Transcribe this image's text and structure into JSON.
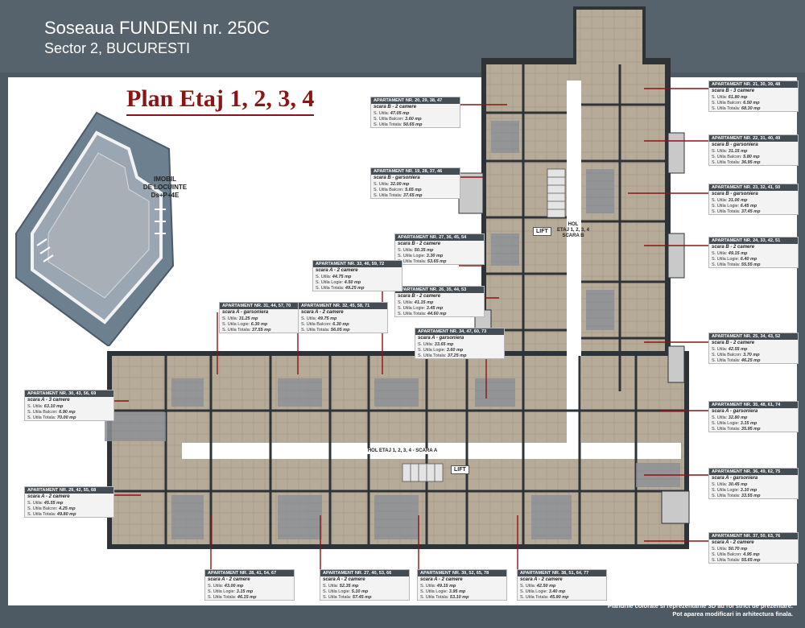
{
  "header": {
    "title": "Soseaua FUNDENI nr. 250C",
    "subtitle": "Sector 2, BUCURESTI"
  },
  "plan_title": "Plan Etaj 1, 2, 3, 4",
  "site": {
    "label_line1": "IMOBIL",
    "label_line2": "DE LOCUINTE",
    "label_line3": "Ds+P+4E"
  },
  "halls": {
    "b_line1": "HOL",
    "b_line2": "ETAJ 1, 2, 3, 4",
    "b_line3": "SCARA B",
    "a": "HOL ETAJ 1, 2, 3, 4 - SCARA A",
    "lift": "LIFT"
  },
  "apartments": [
    {
      "title": "APARTAMENT NR. 20, 29, 38, 47",
      "scara": "scara B - 2 camere",
      "l1": "S. Utila: ",
      "v1": "47.05 mp",
      "l2": "S. Utila Balcon: ",
      "v2": "3.60 mp",
      "l3": "S. Utila Totala: ",
      "v3": "50.65 mp"
    },
    {
      "title": "APARTAMENT NR. 19, 28, 37, 46",
      "scara": "scara B - garsoniera",
      "l1": "S. Utila: ",
      "v1": "32.00 mp",
      "l2": "S. Utila Balcon: ",
      "v2": "5.65 mp",
      "l3": "S. Utila Totala: ",
      "v3": "37.65 mp"
    },
    {
      "title": "APARTAMENT NR. 27, 36, 45, 54",
      "scara": "scara B - 2 camere",
      "l1": "S. Utila: ",
      "v1": "50.35 mp",
      "l2": "S. Utila Logie: ",
      "v2": "3.30 mp",
      "l3": "S. Utila Totala: ",
      "v3": "53.65 mp"
    },
    {
      "title": "APARTAMENT NR. 26, 35, 44, 53",
      "scara": "scara B - 2 camere",
      "l1": "S. Utila: ",
      "v1": "41.15 mp",
      "l2": "S. Utila Logie: ",
      "v2": "3.45 mp",
      "l3": "S. Utila Totala: ",
      "v3": "44.60 mp"
    },
    {
      "title": "APARTAMENT NR. 34, 47, 60, 73",
      "scara": "scara A - garsoniera",
      "l1": "S. Utila: ",
      "v1": "33.65 mp",
      "l2": "S. Utila Logie: ",
      "v2": "3.60 mp",
      "l3": "S. Utila Totala: ",
      "v3": "37.25 mp"
    },
    {
      "title": "APARTAMENT NR. 33, 46, 59, 72",
      "scara": "scara A - 2 camere",
      "l1": "S. Utila: ",
      "v1": "44.75 mp",
      "l2": "S. Utila Logie: ",
      "v2": "4.50 mp",
      "l3": "S. Utila Totala: ",
      "v3": "49.25 mp"
    },
    {
      "title": "APARTAMENT NR. 31, 44, 57, 70",
      "scara": "scara A - garsoniera",
      "l1": "S. Utila: ",
      "v1": "31.25 mp",
      "l2": "S. Utila Logie: ",
      "v2": "6.30 mp",
      "l3": "S. Utila Totala: ",
      "v3": "37.55 mp"
    },
    {
      "title": "APARTAMENT NR. 32, 45, 58, 71",
      "scara": "scara A - 2 camere",
      "l1": "S. Utila: ",
      "v1": "49.75 mp",
      "l2": "S. Utila Balcon: ",
      "v2": "6.30 mp",
      "l3": "S. Utila Totala: ",
      "v3": "56.05 mp"
    },
    {
      "title": "APARTAMENT NR. 30, 43, 56, 69",
      "scara": "scara A - 3 camere",
      "l1": "S. Utila: ",
      "v1": "63.10 mp",
      "l2": "S. Utila Balcon: ",
      "v2": "6.90 mp",
      "l3": "S. Utila Totala: ",
      "v3": "70.00 mp"
    },
    {
      "title": "APARTAMENT NR. 29, 42, 55, 68",
      "scara": "scara A - 2 camere",
      "l1": "S. Utila: ",
      "v1": "45.55 mp",
      "l2": "S. Utila Balcon: ",
      "v2": "4.25 mp",
      "l3": "S. Utila Totala: ",
      "v3": "49.80 mp"
    },
    {
      "title": "APARTAMENT NR. 28, 41, 54, 67",
      "scara": "scara A - 2 camere",
      "l1": "S. Utila: ",
      "v1": "43.00 mp",
      "l2": "S. Utila Logie: ",
      "v2": "3.15 mp",
      "l3": "S. Utila Totala: ",
      "v3": "46.15 mp"
    },
    {
      "title": "APARTAMENT NR. 27, 40, 53, 66",
      "scara": "scara A - 2 camere",
      "l1": "S. Utila: ",
      "v1": "52.35 mp",
      "l2": "S. Utila Logie: ",
      "v2": "5.10 mp",
      "l3": "S. Utila Totala: ",
      "v3": "57.45 mp"
    },
    {
      "title": "APARTAMENT NR. 39, 52, 65, 78",
      "scara": "scara A - 2 camere",
      "l1": "S. Utila: ",
      "v1": "49.15 mp",
      "l2": "S. Utila Logie: ",
      "v2": "3.95 mp",
      "l3": "S. Utila Totala: ",
      "v3": "53.10 mp"
    },
    {
      "title": "APARTAMENT NR. 38, 51, 64, 77",
      "scara": "scara A - 2 camere",
      "l1": "S. Utila: ",
      "v1": "42.50 mp",
      "l2": "S. Utila Logie: ",
      "v2": "3.40 mp",
      "l3": "S. Utila Totala: ",
      "v3": "45.90 mp"
    },
    {
      "title": "APARTAMENT NR. 21, 30, 39, 48",
      "scara": "scara B - 3 camere",
      "l1": "S. Utila: ",
      "v1": "61.80 mp",
      "l2": "S. Utila Balcon: ",
      "v2": "6.50 mp",
      "l3": "S. Utila Totala: ",
      "v3": "68.30 mp"
    },
    {
      "title": "APARTAMENT NR. 22, 31, 40, 49",
      "scara": "scara B - garsoniera",
      "l1": "S. Utila: ",
      "v1": "31.15 mp",
      "l2": "S. Utila Balcon: ",
      "v2": "5.80 mp",
      "l3": "S. Utila Totala: ",
      "v3": "36.95 mp"
    },
    {
      "title": "APARTAMENT NR. 23, 32, 41, 50",
      "scara": "scara B - garsoniera",
      "l1": "S. Utila: ",
      "v1": "31.00 mp",
      "l2": "S. Utila Logie: ",
      "v2": "6.45 mp",
      "l3": "S. Utila Totala: ",
      "v3": "37.45 mp"
    },
    {
      "title": "APARTAMENT NR. 24, 33, 42, 51",
      "scara": "scara B - 2 camere",
      "l1": "S. Utila: ",
      "v1": "49.15 mp",
      "l2": "S. Utila Logie: ",
      "v2": "6.40 mp",
      "l3": "S. Utila Totala: ",
      "v3": "55.55 mp"
    },
    {
      "title": "APARTAMENT NR. 25, 34, 43, 52",
      "scara": "scara B - 2 camere",
      "l1": "S. Utila: ",
      "v1": "42.55 mp",
      "l2": "S. Utila Balcon: ",
      "v2": "3.70 mp",
      "l3": "S. Utila Totala: ",
      "v3": "46.25 mp"
    },
    {
      "title": "APARTAMENT NR. 35, 48, 61, 74",
      "scara": "scara A - garsoniera",
      "l1": "S. Utila: ",
      "v1": "32.80 mp",
      "l2": "S. Utila Logie: ",
      "v2": "3.15 mp",
      "l3": "S. Utila Totala: ",
      "v3": "35.95 mp"
    },
    {
      "title": "APARTAMENT NR. 36, 49, 62, 75",
      "scara": "scara A - garsoniera",
      "l1": "S. Utila: ",
      "v1": "30.45 mp",
      "l2": "S. Utila Logie: ",
      "v2": "3.10 mp",
      "l3": "S. Utila Totala: ",
      "v3": "33.55 mp"
    },
    {
      "title": "APARTAMENT NR. 37, 50, 63, 76",
      "scara": "scara A - 2 camere",
      "l1": "S. Utila: ",
      "v1": "50.70 mp",
      "l2": "S. Utila Balcon: ",
      "v2": "4.95 mp",
      "l3": "S. Utila Totala: ",
      "v3": "55.65 mp"
    }
  ],
  "footer": {
    "line1": "Planurile colorate si reprezentarile 3D au rol strict de prezentare.",
    "line2": "Pot aparea modificari in arhitectura finala."
  },
  "colors": {
    "accent": "#8b1414",
    "header": "#56636d",
    "box_title": "#444c54"
  }
}
